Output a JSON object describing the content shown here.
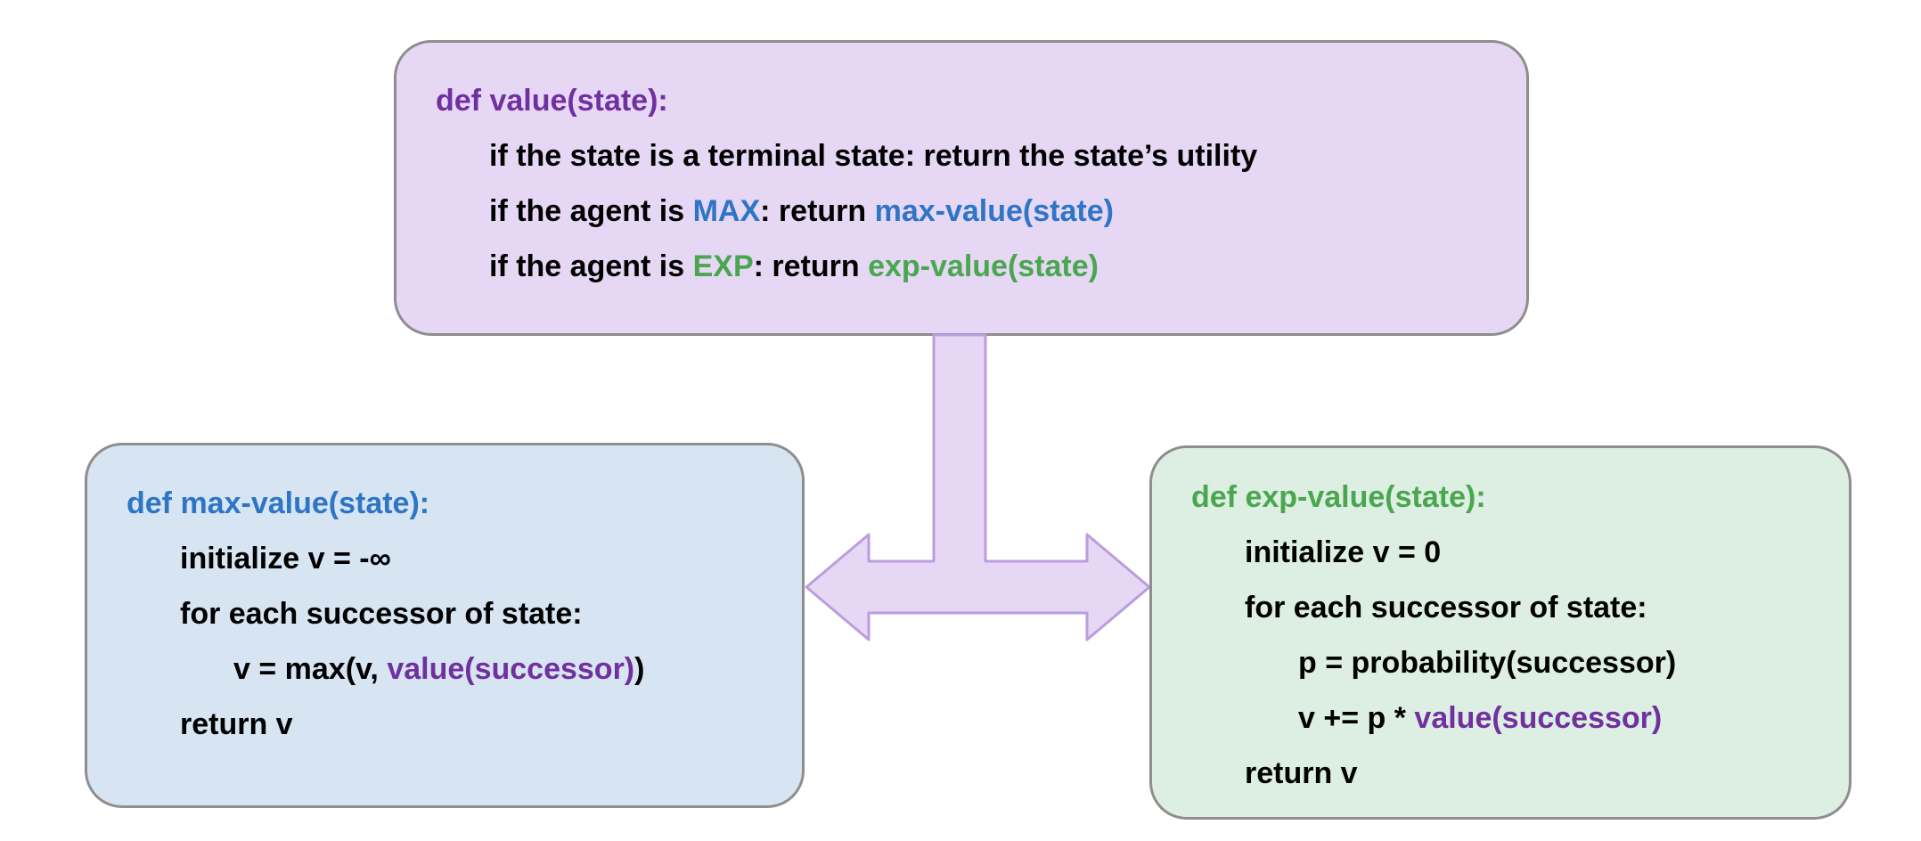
{
  "diagram": {
    "value_box": {
      "title": "def value(state):",
      "l1": "if the state is a terminal state: return the state’s utility",
      "l2a": "if the agent is ",
      "l2b": "MAX",
      "l2c": ": return ",
      "l2d": "max-value(state)",
      "l3a": "if the agent is ",
      "l3b": "EXP",
      "l3c": ": return ",
      "l3d": "exp-value(state)"
    },
    "max_box": {
      "title": "def max-value(state):",
      "l1": "initialize v = -∞",
      "l2": "for each successor of state:",
      "l3a": "v = max(v, ",
      "l3b": "value(successor)",
      "l3c": ")",
      "l4": "return v"
    },
    "exp_box": {
      "title": "def exp-value(state):",
      "l1": "initialize v = 0",
      "l2": "for each successor of state:",
      "l3": "p = probability(successor)",
      "l4a": "v += p * ",
      "l4b": "value(successor)",
      "l5": "return v"
    },
    "colors": {
      "purple_text": "#7030a0",
      "blue_text": "#2e75c6",
      "green_text": "#4aa64f",
      "black_text": "#000000",
      "value_box_fill": "#e6d8f5",
      "max_box_fill": "#d7e5f2",
      "exp_box_fill": "#ddefe3",
      "box_border": "#8e8e8e",
      "arrow_fill": "#e6d8f5",
      "arrow_border": "#bb9ddd"
    }
  }
}
